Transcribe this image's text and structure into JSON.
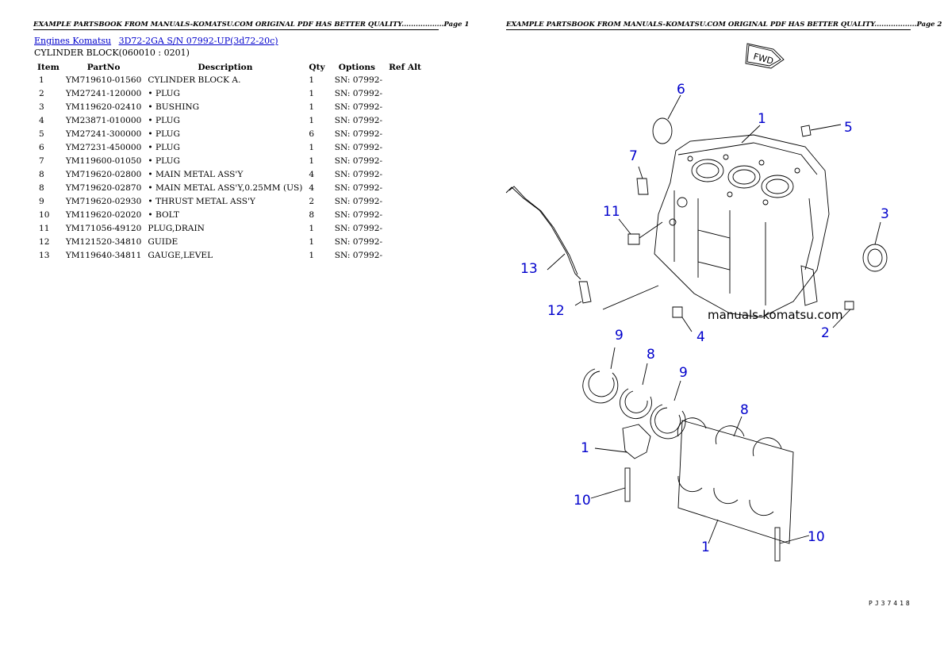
{
  "header": {
    "page1": "EXAMPLE PARTSBOOK FROM MANUALS-KOMATSU.COM ORIGINAL PDF HAS BETTER QUALITY..................Page 1",
    "page2": "EXAMPLE PARTSBOOK FROM MANUALS-KOMATSU.COM ORIGINAL PDF HAS BETTER QUALITY..................Page 2"
  },
  "breadcrumb": {
    "link1": "Engines Komatsu",
    "link2": "3D72-2GA S/N 07992-UP(3d72-20c)"
  },
  "section_title": "CYLINDER BLOCK(060010 : 0201)",
  "table": {
    "headers": [
      "Item",
      "PartNo",
      "Description",
      "Qty",
      "Options",
      "Ref Alt"
    ],
    "rows": [
      {
        "item": "1",
        "part": "YM719610-01560",
        "desc": "CYLINDER BLOCK A.",
        "qty": "1",
        "opt": "SN: 07992-"
      },
      {
        "item": "2",
        "part": "YM27241-120000",
        "desc": "• PLUG",
        "qty": "1",
        "opt": "SN: 07992-"
      },
      {
        "item": "3",
        "part": "YM119620-02410",
        "desc": "• BUSHING",
        "qty": "1",
        "opt": "SN: 07992-"
      },
      {
        "item": "4",
        "part": "YM23871-010000",
        "desc": "• PLUG",
        "qty": "1",
        "opt": "SN: 07992-"
      },
      {
        "item": "5",
        "part": "YM27241-300000",
        "desc": "• PLUG",
        "qty": "6",
        "opt": "SN: 07992-"
      },
      {
        "item": "6",
        "part": "YM27231-450000",
        "desc": "• PLUG",
        "qty": "1",
        "opt": "SN: 07992-"
      },
      {
        "item": "7",
        "part": "YM119600-01050",
        "desc": "• PLUG",
        "qty": "1",
        "opt": "SN: 07992-"
      },
      {
        "item": "8",
        "part": "YM719620-02800",
        "desc": "• MAIN METAL ASS'Y",
        "qty": "4",
        "opt": "SN: 07992-"
      },
      {
        "item": "8",
        "part": "YM719620-02870",
        "desc": "• MAIN METAL ASS'Y,0.25MM (US)",
        "qty": "4",
        "opt": "SN: 07992-"
      },
      {
        "item": "9",
        "part": "YM719620-02930",
        "desc": "• THRUST METAL ASS'Y",
        "qty": "2",
        "opt": "SN: 07992-"
      },
      {
        "item": "10",
        "part": "YM119620-02020",
        "desc": "• BOLT",
        "qty": "8",
        "opt": "SN: 07992-"
      },
      {
        "item": "11",
        "part": "YM171056-49120",
        "desc": "PLUG,DRAIN",
        "qty": "1",
        "opt": "SN: 07992-"
      },
      {
        "item": "12",
        "part": "YM121520-34810",
        "desc": "GUIDE",
        "qty": "1",
        "opt": "SN: 07992-"
      },
      {
        "item": "13",
        "part": "YM119640-34811",
        "desc": "GAUGE,LEVEL",
        "qty": "1",
        "opt": "SN: 07992-"
      }
    ]
  },
  "diagram": {
    "fwd_label": "FWD",
    "watermark": "manuals-komatsu.com",
    "figure_number": "PJ37418",
    "callouts": [
      "6",
      "1",
      "5",
      "7",
      "11",
      "3",
      "13",
      "12",
      "4",
      "2",
      "9",
      "8",
      "9",
      "8",
      "1",
      "10",
      "1",
      "10"
    ]
  }
}
